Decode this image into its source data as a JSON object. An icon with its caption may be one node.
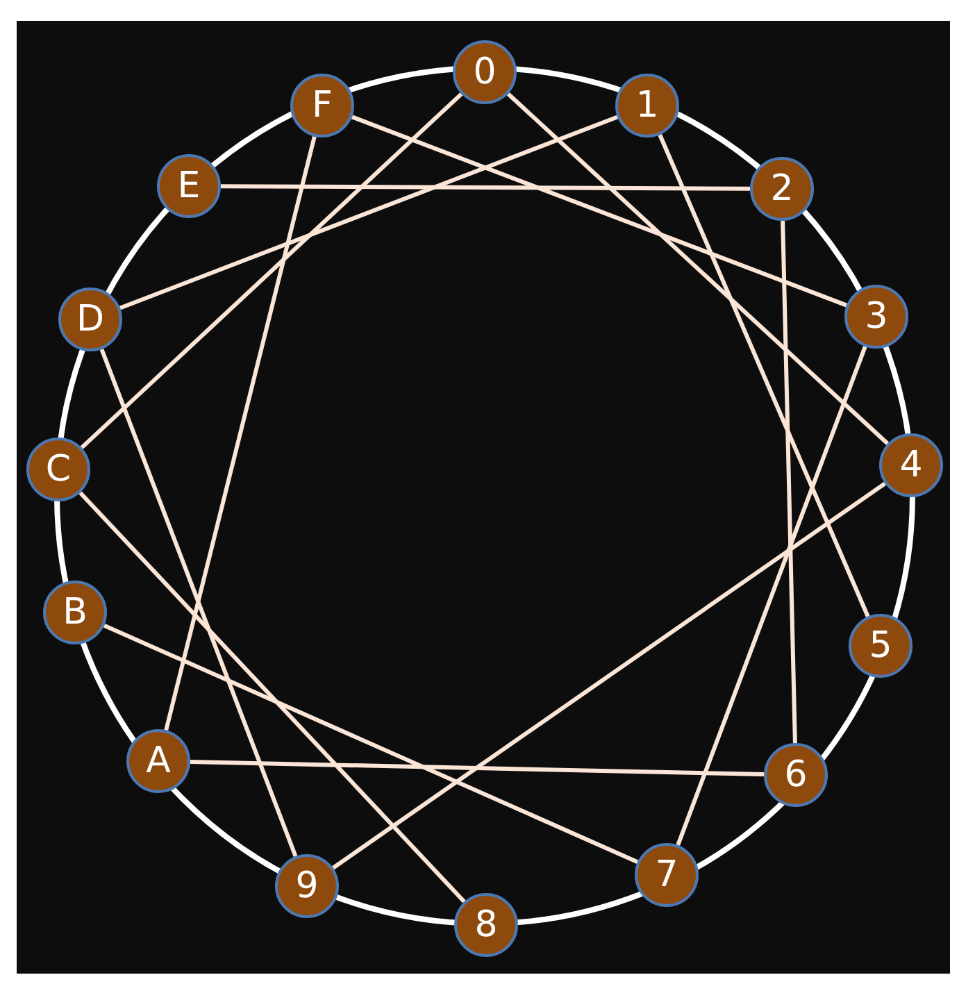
{
  "diagram": {
    "nodes": [
      {
        "text": [
          "0"
        ]
      },
      {
        "text": [
          "1"
        ]
      },
      {
        "text": [
          "2"
        ]
      },
      {
        "text": [
          "3"
        ]
      },
      {
        "text": [
          "4"
        ]
      },
      {
        "text": [
          "5"
        ]
      },
      {
        "text": [
          "6"
        ]
      },
      {
        "text": [
          "7"
        ]
      },
      {
        "text": [
          "8"
        ]
      },
      {
        "text": [
          "9"
        ]
      },
      {
        "text": [
          "A"
        ]
      },
      {
        "text": [
          "B"
        ]
      },
      {
        "text": [
          "C"
        ]
      },
      {
        "text": [
          "D"
        ]
      },
      {
        "text": [
          "E"
        ]
      },
      {
        "text": [
          "F"
        ]
      }
    ],
    "edges": [
      {
        "from": 0,
        "to": 12,
        "arrow": "none"
      },
      {
        "from": 0,
        "to": 4,
        "arrow": "none"
      },
      {
        "from": 1,
        "to": 13,
        "arrow": "none"
      },
      {
        "from": 1,
        "to": 5,
        "arrow": "none"
      },
      {
        "from": 14,
        "to": 2,
        "arrow": "none"
      },
      {
        "from": 2,
        "to": 6,
        "arrow": "none"
      },
      {
        "from": 15,
        "to": 3,
        "arrow": "none"
      },
      {
        "from": 15,
        "to": 10,
        "arrow": "none"
      },
      {
        "from": 3,
        "to": 7,
        "arrow": "none"
      },
      {
        "from": 4,
        "to": 9,
        "arrow": "none"
      },
      {
        "from": 13,
        "to": 9,
        "arrow": "none"
      },
      {
        "from": 12,
        "to": 8,
        "arrow": "none"
      },
      {
        "from": 11,
        "to": 7,
        "arrow": "none"
      },
      {
        "from": 10,
        "to": 6,
        "arrow": "none"
      }
    ]
  }
}
